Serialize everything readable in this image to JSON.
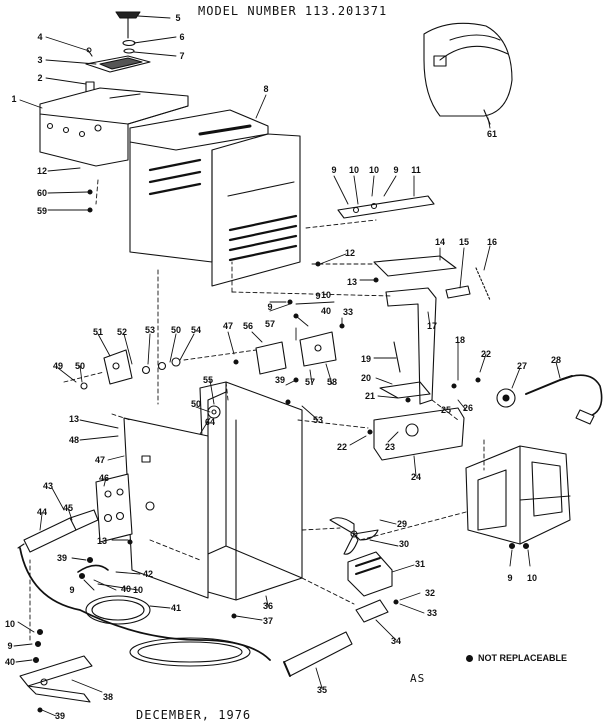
{
  "header": {
    "model_number": "MODEL NUMBER  113.201371"
  },
  "footer": {
    "date": "DECEMBER, 1976",
    "sheet_code": "AS"
  },
  "legend": {
    "marker": "dot-icon",
    "text": "NOT REPLACEABLE"
  },
  "colors": {
    "ink": "#111111",
    "paper": "#ffffff"
  },
  "callouts": {
    "c1": "1",
    "c2": "2",
    "c3": "3",
    "c4": "4",
    "c5": "5",
    "c6": "6",
    "c7": "7",
    "c8": "8",
    "c9a": "9",
    "c9b": "9",
    "c9c": "9",
    "c9d": "9",
    "c9e": "9",
    "c9f": "9",
    "c9g": "9",
    "c10a": "10",
    "c10b": "10",
    "c10c": "10",
    "c10d": "10",
    "c10e": "10",
    "c10f": "10",
    "c11": "11",
    "c12a": "12",
    "c12b": "12",
    "c13a": "13",
    "c13b": "13",
    "c13c": "13",
    "c14": "14",
    "c15": "15",
    "c16": "16",
    "c17": "17",
    "c18": "18",
    "c19": "19",
    "c20": "20",
    "c21": "21",
    "c22a": "22",
    "c22b": "22",
    "c23": "23",
    "c24": "24",
    "c25": "25",
    "c26": "26",
    "c27": "27",
    "c28": "28",
    "c29": "29",
    "c30": "30",
    "c31": "31",
    "c32": "32",
    "c33a": "33",
    "c33b": "33",
    "c34": "34",
    "c35": "35",
    "c36": "36",
    "c37": "37",
    "c38": "38",
    "c39a": "39",
    "c39b": "39",
    "c39c": "39",
    "c40a": "40",
    "c40b": "40",
    "c40c": "40",
    "c41": "41",
    "c42": "42",
    "c43": "43",
    "c44": "44",
    "c45": "45",
    "c46": "46",
    "c47a": "47",
    "c47b": "47",
    "c48": "48",
    "c49": "49",
    "c50a": "50",
    "c50b": "50",
    "c50c": "50",
    "c51": "51",
    "c52": "52",
    "c53a": "53",
    "c53b": "53",
    "c54": "54",
    "c55": "55",
    "c56": "56",
    "c57a": "57",
    "c57b": "57",
    "c58": "58",
    "c59": "59",
    "c60": "60",
    "c61": "61",
    "c64": "64"
  }
}
